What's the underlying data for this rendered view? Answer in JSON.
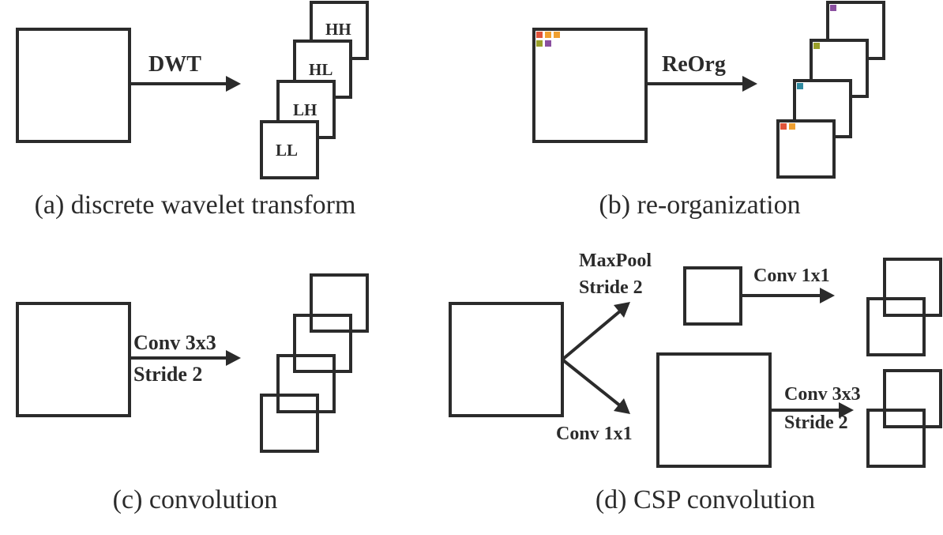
{
  "panels": {
    "a": {
      "caption": "(a) discrete wavelet transform",
      "arrow_label": "DWT",
      "bands": [
        "LL",
        "LH",
        "HL",
        "HH"
      ]
    },
    "b": {
      "caption": "(b) re-organization",
      "arrow_label": "ReOrg"
    },
    "c": {
      "caption": "(c) convolution",
      "arrow_label_line1": "Conv 3x3",
      "arrow_label_line2": "Stride 2"
    },
    "d": {
      "caption": "(d) CSP convolution",
      "upper_label_line1": "MaxPool",
      "upper_label_line2": "Stride 2",
      "lower_label": "Conv 1x1",
      "top_conv_label": "Conv 1x1",
      "bottom_conv_label_line1": "Conv 3x3",
      "bottom_conv_label_line2": "Stride 2"
    }
  },
  "colors": {
    "stroke": "#2b2b2b",
    "pixel_red": "#e0533a",
    "pixel_orange": "#f0a030",
    "pixel_olive": "#9aa02a",
    "pixel_purple": "#8a4fa0",
    "pixel_teal": "#2f8aa0"
  }
}
